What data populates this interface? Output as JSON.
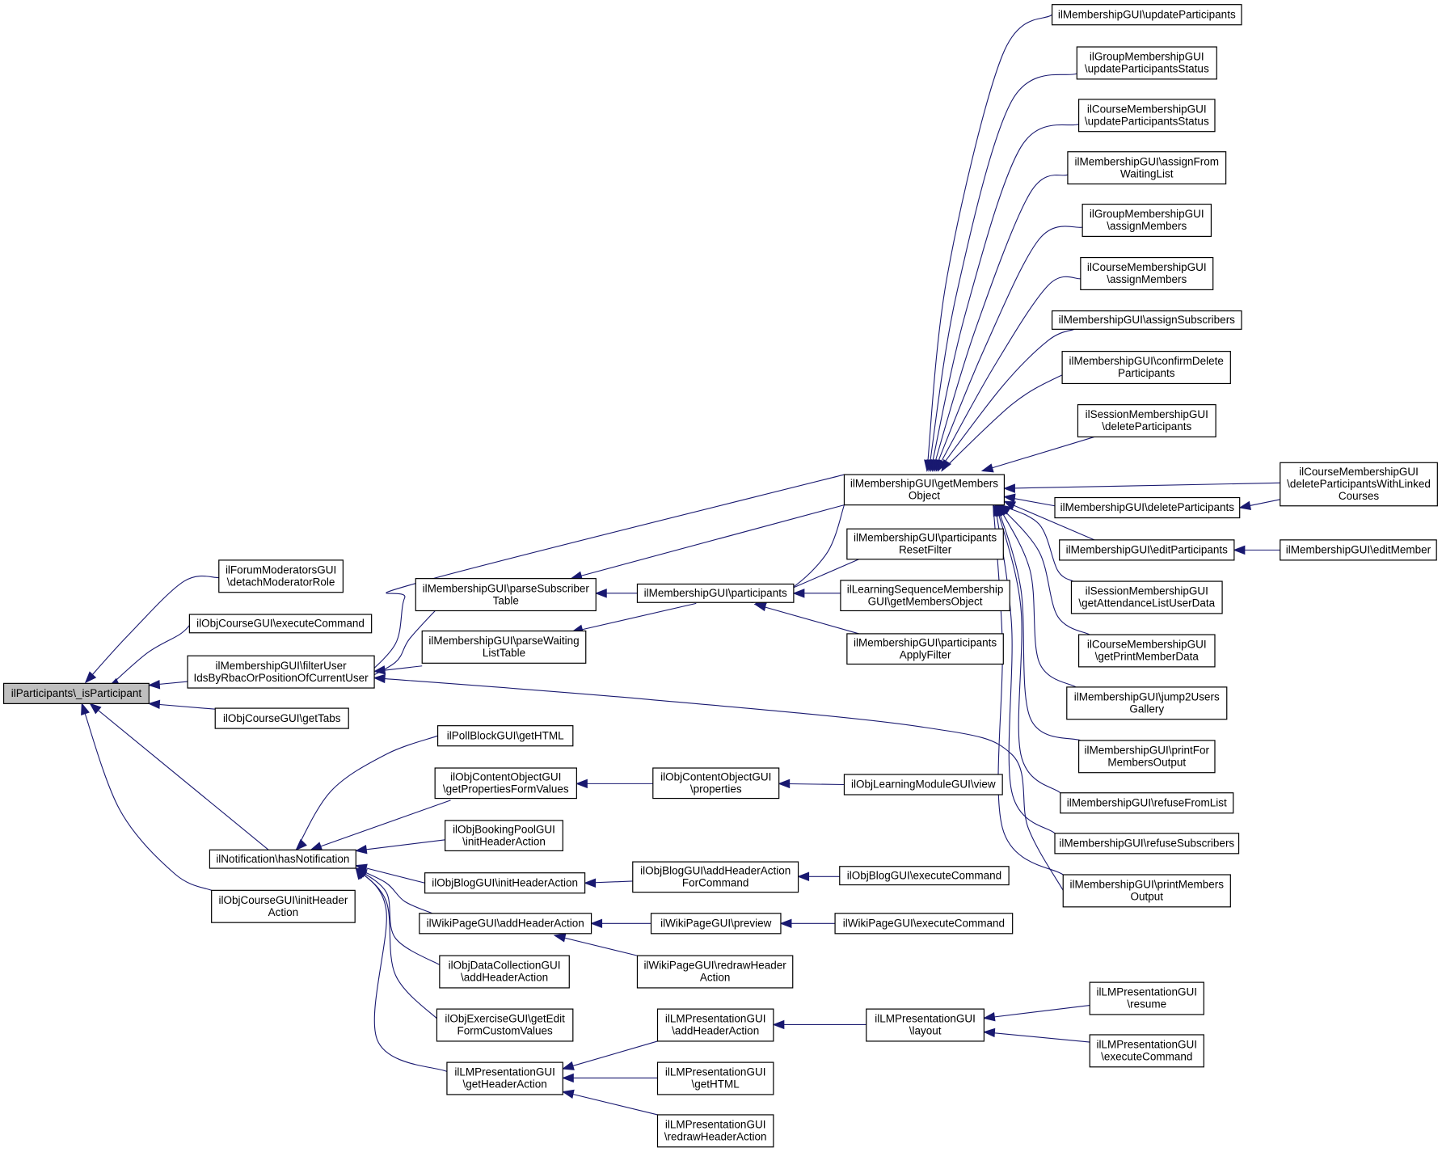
{
  "colors": {
    "edge": "#191970",
    "node_border": "#000000",
    "root_fill": "#bfbfbf",
    "node_fill": "#ffffff"
  },
  "nodes": {
    "root": [
      "ilParticipants\\_isParticipant"
    ],
    "forum_detach": [
      "ilForumModeratorsGUI",
      "\\detachModeratorRole"
    ],
    "course_exec": [
      "ilObjCourseGUI\\executeCommand"
    ],
    "filter_user": [
      "ilMembershipGUI\\filterUser",
      "IdsByRbacOrPositionOfCurrentUser"
    ],
    "course_gettabs": [
      "ilObjCourseGUI\\getTabs"
    ],
    "notif_has": [
      "ilNotification\\hasNotification"
    ],
    "course_inithdr": [
      "ilObjCourseGUI\\initHeader",
      "Action"
    ],
    "parse_sub": [
      "ilMembershipGUI\\parseSubscriber",
      "Table"
    ],
    "parse_wait": [
      "ilMembershipGUI\\parseWaiting",
      "ListTable"
    ],
    "get_members": [
      "ilMembershipGUI\\getMembers",
      "Object"
    ],
    "participants": [
      "ilMembershipGUI\\participants"
    ],
    "part_reset": [
      "ilMembershipGUI\\participants",
      "ResetFilter"
    ],
    "lseq_getmem": [
      "ilLearningSequenceMembership",
      "GUI\\getMembersObject"
    ],
    "part_apply": [
      "ilMembershipGUI\\participants",
      "ApplyFilter"
    ],
    "poll_html": [
      "ilPollBlockGUI\\getHTML"
    ],
    "cont_getprops": [
      "ilObjContentObjectGUI",
      "\\getPropertiesFormValues"
    ],
    "cont_props": [
      "ilObjContentObjectGUI",
      "\\properties"
    ],
    "lm_view": [
      "ilObjLearningModuleGUI\\view"
    ],
    "booking_init": [
      "ilObjBookingPoolGUI",
      "\\initHeaderAction"
    ],
    "blog_init": [
      "ilObjBlogGUI\\initHeaderAction"
    ],
    "blog_addhdr": [
      "ilObjBlogGUI\\addHeaderAction",
      "ForCommand"
    ],
    "blog_exec": [
      "ilObjBlogGUI\\executeCommand"
    ],
    "wiki_addhdr": [
      "ilWikiPageGUI\\addHeaderAction"
    ],
    "wiki_preview": [
      "ilWikiPageGUI\\preview"
    ],
    "wiki_exec": [
      "ilWikiPageGUI\\executeCommand"
    ],
    "wiki_redraw": [
      "ilWikiPageGUI\\redrawHeader",
      "Action"
    ],
    "dcl_addhdr": [
      "ilObjDataCollectionGUI",
      "\\addHeaderAction"
    ],
    "exc_getedit": [
      "ilObjExerciseGUI\\getEdit",
      "FormCustomValues"
    ],
    "lmp_gethdr": [
      "ilLMPresentationGUI",
      "\\getHeaderAction"
    ],
    "lmp_addhdr": [
      "ilLMPresentationGUI",
      "\\addHeaderAction"
    ],
    "lmp_gethtml": [
      "ilLMPresentationGUI",
      "\\getHTML"
    ],
    "lmp_redraw": [
      "ilLMPresentationGUI",
      "\\redrawHeaderAction"
    ],
    "lmp_layout": [
      "ilLMPresentationGUI",
      "\\layout"
    ],
    "lmp_resume": [
      "ilLMPresentationGUI",
      "\\resume"
    ],
    "lmp_exec": [
      "ilLMPresentationGUI",
      "\\executeCommand"
    ],
    "upd_part": [
      "ilMembershipGUI\\updateParticipants"
    ],
    "grp_upd_status": [
      "ilGroupMembershipGUI",
      "\\updateParticipantsStatus"
    ],
    "crs_upd_status": [
      "ilCourseMembershipGUI",
      "\\updateParticipantsStatus"
    ],
    "assign_wait": [
      "ilMembershipGUI\\assignFrom",
      "WaitingList"
    ],
    "grp_assign": [
      "ilGroupMembershipGUI",
      "\\assignMembers"
    ],
    "crs_assign": [
      "ilCourseMembershipGUI",
      "\\assignMembers"
    ],
    "assign_sub": [
      "ilMembershipGUI\\assignSubscribers"
    ],
    "confirm_del": [
      "ilMembershipGUI\\confirmDelete",
      "Participants"
    ],
    "sess_del": [
      "ilSessionMembershipGUI",
      "\\deleteParticipants"
    ],
    "del_part": [
      "ilMembershipGUI\\deleteParticipants"
    ],
    "crs_del_linked": [
      "ilCourseMembershipGUI",
      "\\deleteParticipantsWithLinked",
      "Courses"
    ],
    "edit_part": [
      "ilMembershipGUI\\editParticipants"
    ],
    "edit_member": [
      "ilMembershipGUI\\editMember"
    ],
    "sess_attend": [
      "ilSessionMembershipGUI",
      "\\getAttendanceListUserData"
    ],
    "crs_print": [
      "ilCourseMembershipGUI",
      "\\getPrintMemberData"
    ],
    "jump_gallery": [
      "ilMembershipGUI\\jump2Users",
      "Gallery"
    ],
    "print_for": [
      "ilMembershipGUI\\printFor",
      "MembersOutput"
    ],
    "refuse_list": [
      "ilMembershipGUI\\refuseFromList"
    ],
    "refuse_sub": [
      "ilMembershipGUI\\refuseSubscribers"
    ],
    "print_members": [
      "ilMembershipGUI\\printMembers",
      "Output"
    ]
  }
}
